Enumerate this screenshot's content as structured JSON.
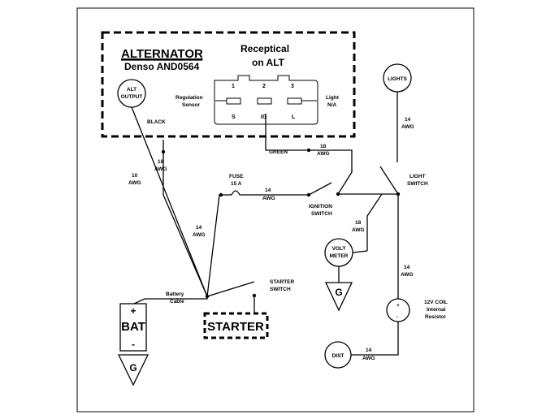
{
  "alternator": {
    "title": "ALTERNATOR",
    "model": "Denso AND0564",
    "receptacle_title_1": "Receptical",
    "receptacle_title_2": "on ALT",
    "pin_numbers": [
      "1",
      "2",
      "3"
    ],
    "pin_names": [
      "S",
      "IG",
      "L"
    ],
    "reg_sensor_1": "Regulation",
    "reg_sensor_2": "Sensor",
    "light_na_1": "Light",
    "light_na_2": "N/A"
  },
  "components": {
    "alt_output_1": "ALT",
    "alt_output_2": "OUTPUT",
    "lights": "LIGHTS",
    "volt_meter_1": "VOLT",
    "volt_meter_2": "METER",
    "dist": "DIST",
    "bat_plus": "+",
    "bat": "BAT",
    "bat_minus": "-",
    "ground_bat": "G",
    "ground_volt": "G",
    "starter": "STARTER",
    "coil_1": "12V COIL",
    "coil_2": "Internal",
    "coil_3": "Resistor",
    "coil_plus": "+",
    "coil_minus": "-"
  },
  "labels": {
    "black": "BLACK",
    "green": "GREEN",
    "fuse_1": "FUSE",
    "fuse_2": "15 A",
    "ignition_1": "IGNITION",
    "ignition_2": "SWITCH",
    "light_switch_1": "LIGHT",
    "light_switch_2": "SWITCH",
    "starter_switch_1": "STARTER",
    "starter_switch_2": "SWITCH",
    "battery_cable_1": "Battery",
    "battery_cable_2": "Cable"
  },
  "wire_gauges": {
    "alt_output": [
      "10",
      "AWG"
    ],
    "black": [
      "18",
      "AWG"
    ],
    "green": [
      "18",
      "AWG"
    ],
    "fuse": [
      "14",
      "AWG"
    ],
    "ignition_feed": [
      "14",
      "AWG"
    ],
    "lights": [
      "14",
      "AWG"
    ],
    "volt_meter": [
      "18",
      "AWG"
    ],
    "coil": [
      "14",
      "AWG"
    ],
    "dist": [
      "14",
      "AWG"
    ]
  }
}
